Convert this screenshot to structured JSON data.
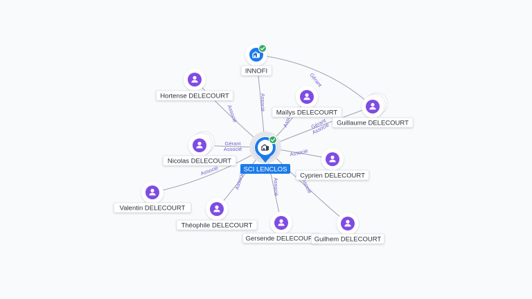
{
  "colors": {
    "person": "#7e4ce3",
    "company": "#1c7be8",
    "check": "#2fab60",
    "edge_label": "#6b5fd0"
  },
  "center": {
    "id": "sci",
    "label": "SCI LENCLOS",
    "icon": "company-building-icon",
    "verified": true
  },
  "nodes": [
    {
      "id": "innofi",
      "label": "INNOFI",
      "type": "company",
      "icon": "company-building-icon",
      "verified": true
    },
    {
      "id": "hortense",
      "label": "Hortense DELECOURT",
      "type": "person",
      "icon": "person-icon"
    },
    {
      "id": "mailys",
      "label": "Maïlys DELECOURT",
      "type": "person",
      "icon": "person-icon"
    },
    {
      "id": "guillaume",
      "label": "Guillaume DELECOURT",
      "type": "person",
      "icon": "person-icon",
      "stacked": true
    },
    {
      "id": "nicolas",
      "label": "Nicolas DELECOURT",
      "type": "person",
      "icon": "person-icon",
      "stacked": true
    },
    {
      "id": "cyprien",
      "label": "Cyprien DELECOURT",
      "type": "person",
      "icon": "person-icon"
    },
    {
      "id": "valentin",
      "label": "Valentin DELECOURT",
      "type": "person",
      "icon": "person-icon"
    },
    {
      "id": "theophile",
      "label": "Théophile DELECOURT",
      "type": "person",
      "icon": "person-icon"
    },
    {
      "id": "gersende",
      "label": "Gersende DELECOURT",
      "type": "person",
      "icon": "person-icon"
    },
    {
      "id": "guilhem",
      "label": "Guilhem DELECOURT",
      "type": "person",
      "icon": "person-icon"
    }
  ],
  "edges": [
    {
      "from": "innofi",
      "to": "sci",
      "labels": [
        "Associé"
      ]
    },
    {
      "from": "guillaume",
      "to": "innofi",
      "labels": [
        "Gérant"
      ]
    },
    {
      "from": "hortense",
      "to": "sci",
      "labels": [
        "Associé"
      ]
    },
    {
      "from": "mailys",
      "to": "sci",
      "labels": [
        "Associé"
      ]
    },
    {
      "from": "guillaume",
      "to": "sci",
      "labels": [
        "Gérant",
        "Associé"
      ]
    },
    {
      "from": "nicolas",
      "to": "sci",
      "labels": [
        "Gérant",
        "Associé"
      ]
    },
    {
      "from": "cyprien",
      "to": "sci",
      "labels": [
        "Associé"
      ]
    },
    {
      "from": "valentin",
      "to": "sci",
      "labels": [
        "Associé"
      ]
    },
    {
      "from": "theophile",
      "to": "sci",
      "labels": [
        "Associé"
      ]
    },
    {
      "from": "gersende",
      "to": "sci",
      "labels": [
        "Associé"
      ]
    },
    {
      "from": "guilhem",
      "to": "sci",
      "labels": [
        "Associé"
      ]
    }
  ]
}
